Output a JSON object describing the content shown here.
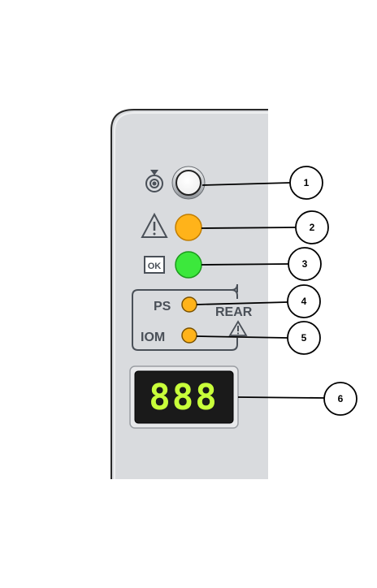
{
  "panel": {
    "labels": {
      "ps": "PS",
      "iom": "IOM",
      "rear": "REAR",
      "ok_icon_text": "OK"
    },
    "display": {
      "readout": "888",
      "segment_color": "#c8ff3a"
    },
    "indicators": [
      {
        "id": "locator",
        "icon": "locator-target-icon",
        "led_color": "#ffffff"
      },
      {
        "id": "fault",
        "icon": "warning-triangle-icon",
        "led_color": "#ffb31a"
      },
      {
        "id": "ok",
        "icon": "ok-icon",
        "led_color": "#3ce83c"
      },
      {
        "id": "ps",
        "icon": "",
        "led_color": "#ffb31a"
      },
      {
        "id": "iom",
        "icon": "",
        "led_color": "#ffb31a"
      }
    ],
    "colors": {
      "panel_bg": "#d9dbde",
      "panel_edge": "#2a2a2a",
      "label_gray": "#4a5058",
      "display_bg": "#1a1a1a"
    }
  },
  "callouts": [
    {
      "number": "1"
    },
    {
      "number": "2"
    },
    {
      "number": "3"
    },
    {
      "number": "4"
    },
    {
      "number": "5"
    },
    {
      "number": "6"
    }
  ]
}
